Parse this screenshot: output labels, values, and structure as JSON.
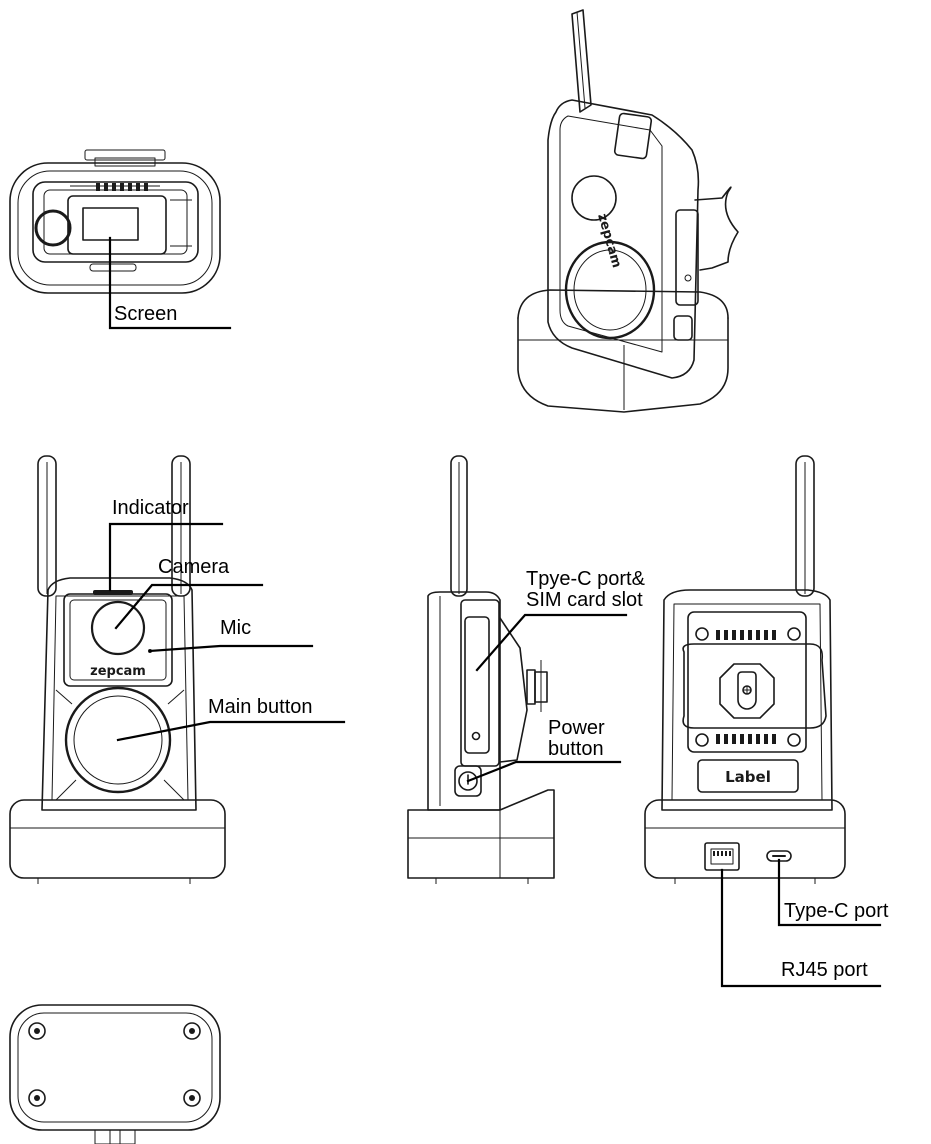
{
  "labels": {
    "screen": "Screen",
    "indicator": "Indicator",
    "camera": "Camera",
    "mic": "Mic",
    "main_button": "Main button",
    "typec_sim": "Tpye-C port&\nSIM card slot",
    "power_button": "Power\nbutton",
    "typec_port": "Type-C port",
    "rj45_port": "RJ45 port"
  },
  "device_markings": {
    "brand": "zepcam",
    "back_label": "Label"
  }
}
